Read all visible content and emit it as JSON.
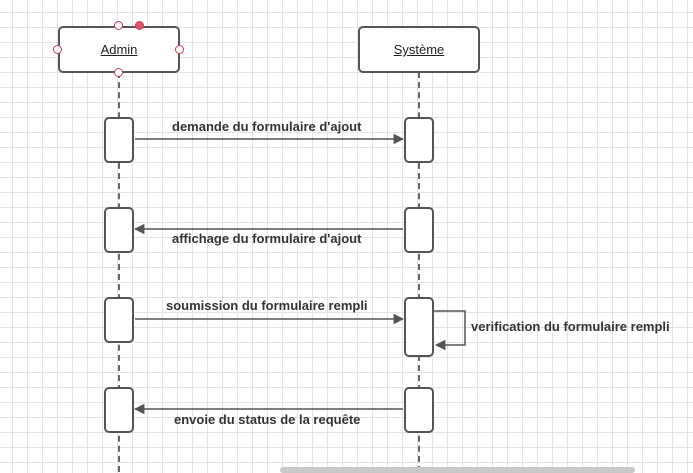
{
  "diagram": {
    "actors": [
      {
        "id": "admin",
        "label": "Admin"
      },
      {
        "id": "systeme",
        "label": "Système"
      }
    ],
    "messages": [
      {
        "label": "demande du formulaire d'ajout",
        "from": "admin",
        "to": "systeme"
      },
      {
        "label": "affichage du formulaire d'ajout",
        "from": "systeme",
        "to": "admin"
      },
      {
        "label": "soumission du formulaire rempli",
        "from": "admin",
        "to": "systeme"
      },
      {
        "label": "verification du formulaire rempli",
        "from": "systeme",
        "to": "systeme"
      },
      {
        "label": "envoie du status de la requête",
        "from": "systeme",
        "to": "admin"
      }
    ]
  },
  "colors": {
    "stroke": "#555555",
    "selection_handle": "#d0384e",
    "grid": "#e4e4e4"
  }
}
